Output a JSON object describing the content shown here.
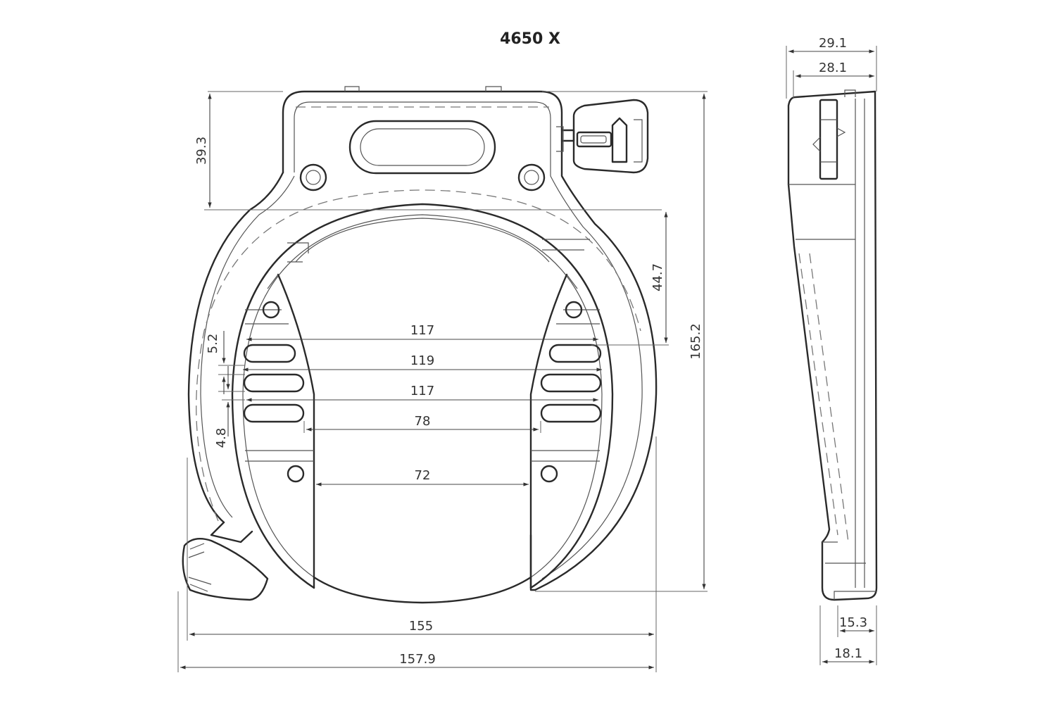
{
  "title": "4650 X",
  "front_view": {
    "dims": {
      "top_height": "39.3",
      "opening_upper": "44.7",
      "total_height": "165.2",
      "inner_117_top": "117",
      "inner_119": "119",
      "inner_117_bottom": "117",
      "inner_78": "78",
      "inner_72": "72",
      "slot_5_2": "5.2",
      "slot_4_8": "4.8",
      "width_155": "155",
      "width_157_9": "157.9"
    }
  },
  "side_view": {
    "dims": {
      "top_29_1": "29.1",
      "top_28_1": "28.1",
      "bottom_15_3": "15.3",
      "bottom_18_1": "18.1"
    }
  }
}
